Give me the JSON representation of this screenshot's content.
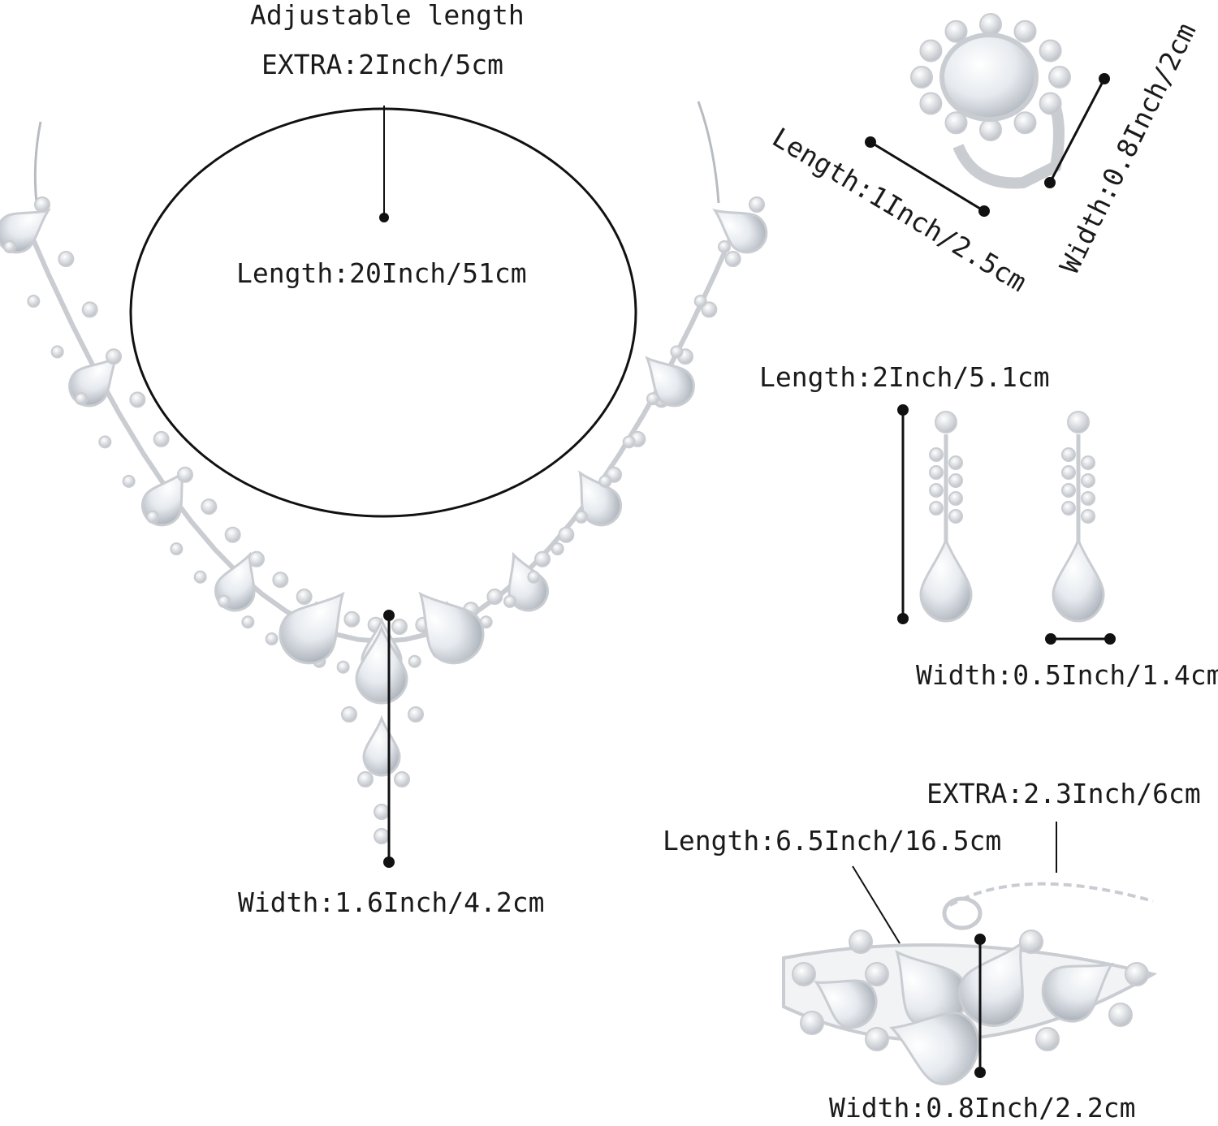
{
  "necklace": {
    "adjustable_label": "Adjustable length",
    "extra_label": "EXTRA:2Inch/5cm",
    "length_label": "Length:20Inch/51cm",
    "width_label": "Width:1.6Inch/4.2cm"
  },
  "ring": {
    "length_label": "Length:1Inch/2.5cm",
    "width_label": "Width:0.8Inch/2cm"
  },
  "earrings": {
    "length_label": "Length:2Inch/5.1cm",
    "width_label": "Width:0.5Inch/1.4cm"
  },
  "bracelet": {
    "extra_label": "EXTRA:2.3Inch/6cm",
    "length_label": "Length:6.5Inch/16.5cm",
    "width_label": "Width:0.8Inch/2.2cm"
  },
  "colors": {
    "background": "#ffffff",
    "metal": "#c9ccd1",
    "crystal": "#e9edf2",
    "line": "#111111"
  }
}
